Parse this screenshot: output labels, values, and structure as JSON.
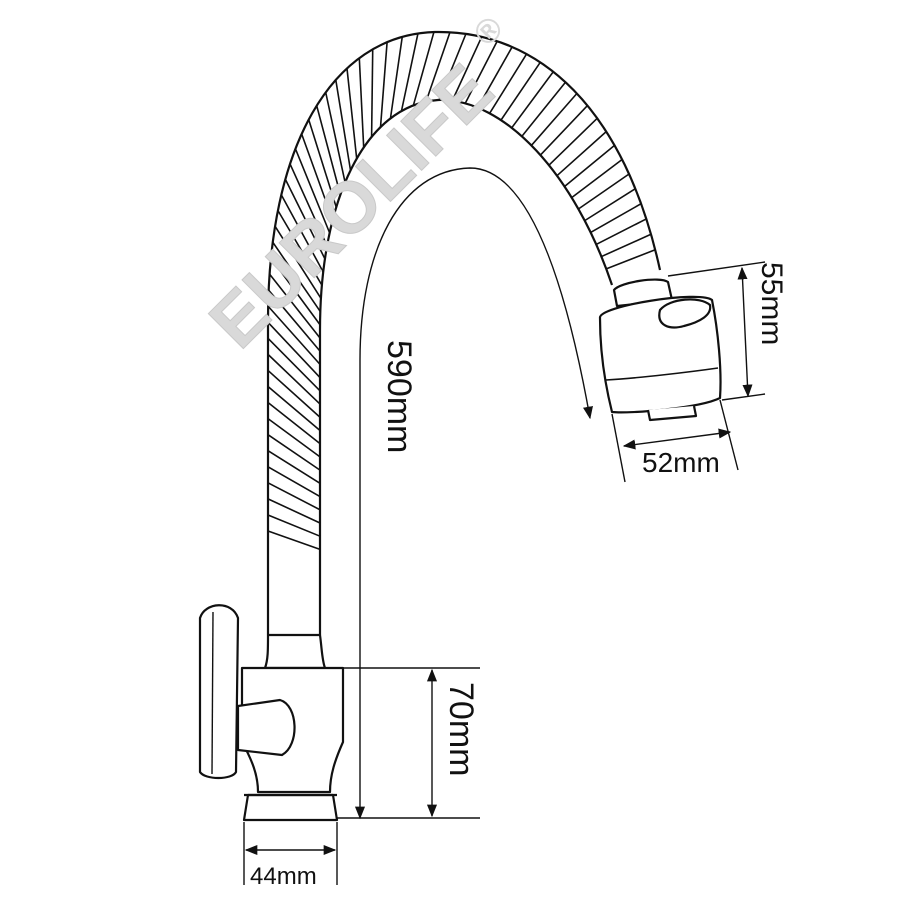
{
  "watermark": {
    "brand": "EUROLIFE",
    "registered_mark": "®",
    "color": "#d9d9d9"
  },
  "dimensions": {
    "total_height": "590mm",
    "body_height": "70mm",
    "base_width": "44mm",
    "head_height": "55mm",
    "head_width": "52mm"
  },
  "colors": {
    "line": "#111111",
    "background": "#ffffff"
  },
  "icons": [
    "faucet-drawing"
  ]
}
